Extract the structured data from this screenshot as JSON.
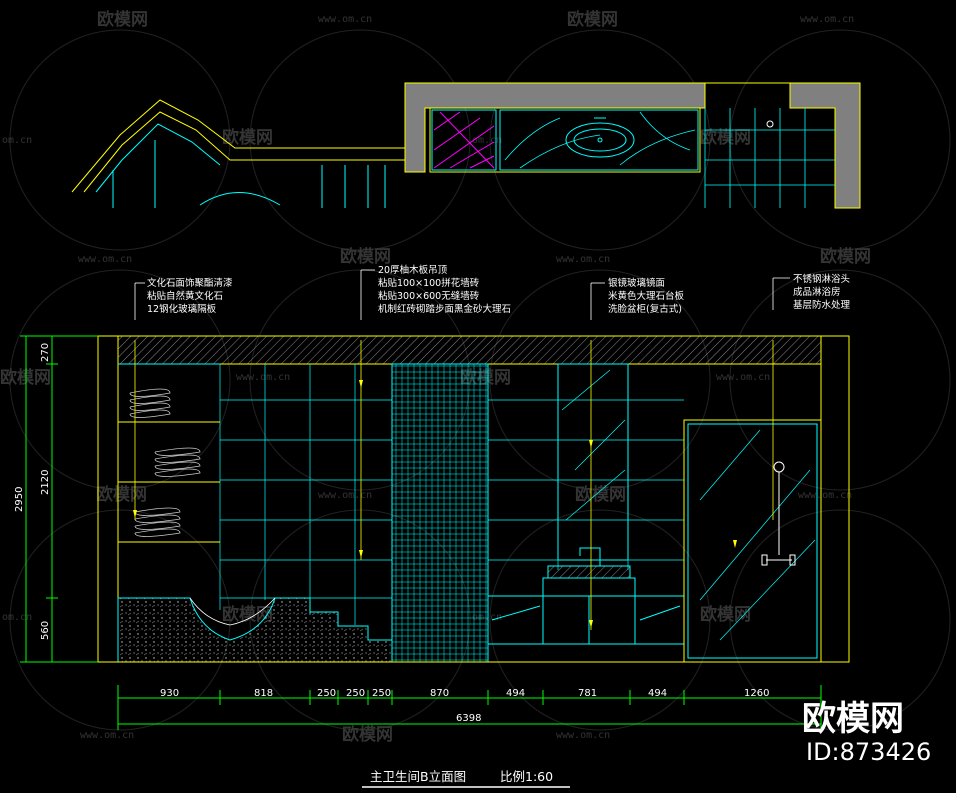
{
  "drawing": {
    "title": "主卫生间B立面图",
    "scale": "比例1:60"
  },
  "annotations_left": [
    "文化石面饰聚酯清漆",
    "粘贴自然黄文化石",
    "12钢化玻璃隔板"
  ],
  "annotations_middle": [
    "20厚柚木板吊顶",
    "粘贴100×100拼花墙砖",
    "粘贴300×600无缝墙砖",
    "机制红砖砌踏步面黑金砂大理石"
  ],
  "annotations_right1": [
    "银镜玻璃镜面",
    "米黄色大理石台板",
    "洗脸盆柜(复古式)"
  ],
  "annotations_right2": [
    "不锈钢淋浴头",
    "成品淋浴房",
    "基层防水处理"
  ],
  "dimensions_horizontal": [
    "930",
    "818",
    "250",
    "250",
    "250",
    "870",
    "494",
    "781",
    "494",
    "1260"
  ],
  "dimension_total_horizontal": "6398",
  "dimensions_vertical": [
    "270",
    "2120",
    "560"
  ],
  "dimension_total_vertical": "2950",
  "watermark": {
    "brand": "欧模网",
    "url": "www.om.cn",
    "short_url": "om.cn"
  },
  "badge": {
    "brand": "欧模网",
    "id": "ID:873426"
  },
  "colors": {
    "background": "#000000",
    "cyan": "#00ffff",
    "yellow": "#ffff00",
    "green": "#00ff00",
    "magenta": "#ff00ff",
    "gray_wall": "#808080",
    "white": "#ffffff"
  }
}
